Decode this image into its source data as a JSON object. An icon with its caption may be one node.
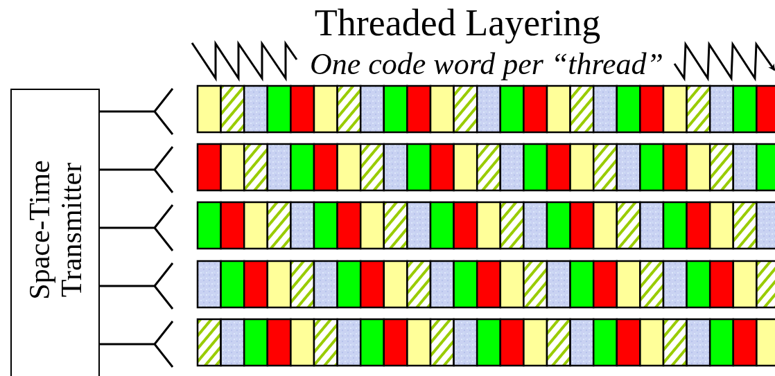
{
  "diagram": {
    "title": "Threaded Layering",
    "nodes": [
      {
        "text": [
          "Space-Time Transmitter"
        ]
      },
      {
        "text": [],
        "shape": "antenna"
      },
      {
        "text": [],
        "shape": "antenna"
      },
      {
        "text": [],
        "shape": "antenna"
      },
      {
        "text": [],
        "shape": "antenna"
      },
      {
        "text": [],
        "shape": "antenna"
      }
    ],
    "edges": [
      {
        "from": 0,
        "to": 1,
        "arrow": "none"
      },
      {
        "from": 0,
        "to": 2,
        "arrow": "none"
      },
      {
        "from": 0,
        "to": 3,
        "arrow": "none"
      },
      {
        "from": 0,
        "to": 4,
        "arrow": "none"
      },
      {
        "from": 0,
        "to": 5,
        "arrow": "none"
      }
    ],
    "labels": [
      "One code word per “thread”"
    ]
  }
}
